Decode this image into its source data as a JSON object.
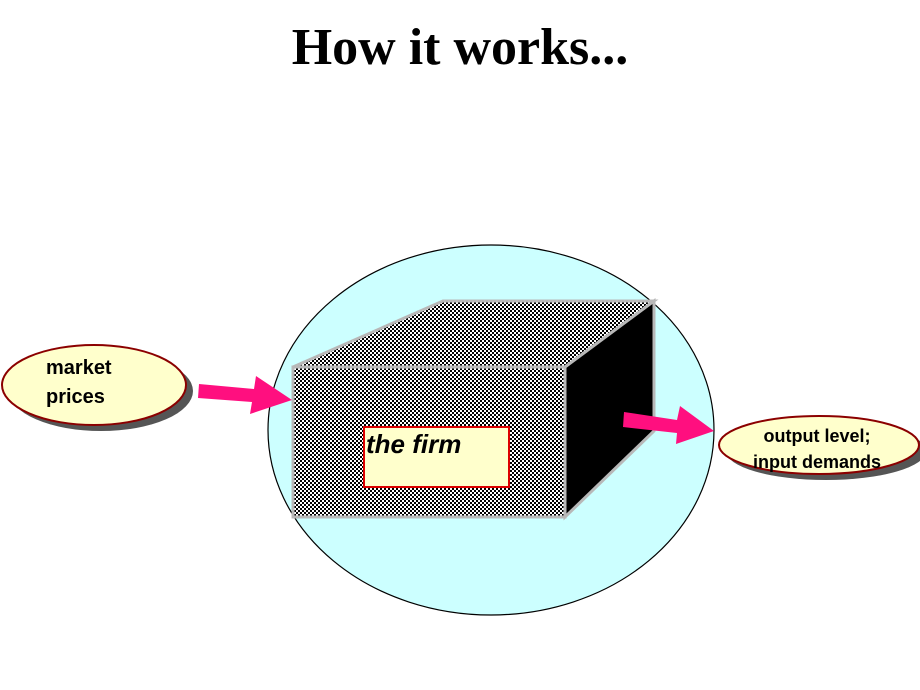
{
  "slide": {
    "title": "How it works...",
    "input_label_line1": "market",
    "input_label_line2": "prices",
    "firm_label": "the firm",
    "output_label_line1": "output level;",
    "output_label_line2": "input demands"
  },
  "colors": {
    "circle_fill": "#ccffff",
    "pill_fill": "#ffffcc",
    "pill_border": "#8b0000",
    "arrow": "#ff0f7f",
    "label_box_fill": "#ffffcc",
    "label_box_border": "#dd0000"
  }
}
